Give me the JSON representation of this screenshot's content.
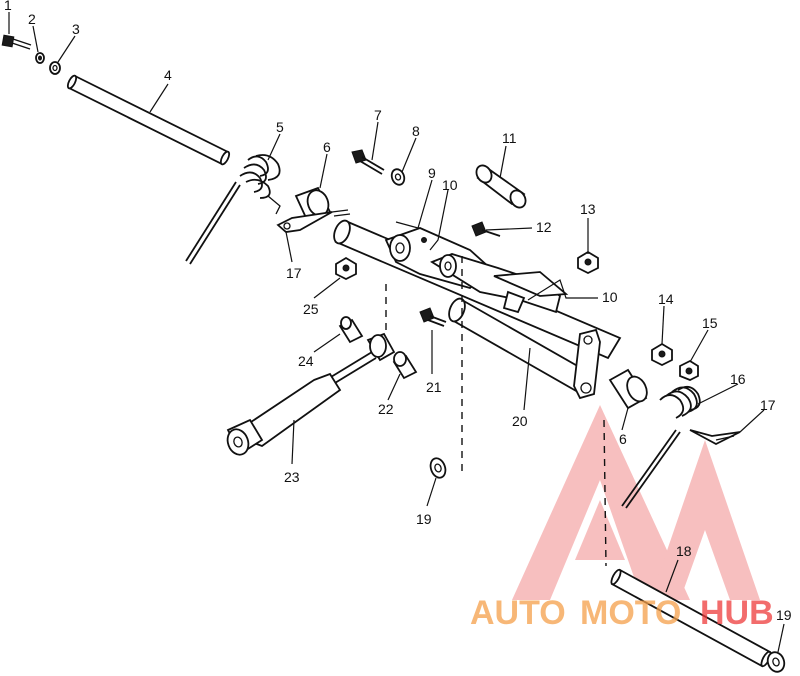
{
  "callouts": {
    "c1": "1",
    "c2": "2",
    "c3": "3",
    "c4": "4",
    "c5": "5",
    "c6a": "6",
    "c6b": "6",
    "c7": "7",
    "c8": "8",
    "c9": "9",
    "c10a": "10",
    "c10b": "10",
    "c11": "11",
    "c12": "12",
    "c13": "13",
    "c14": "14",
    "c15": "15",
    "c16": "16",
    "c17a": "17",
    "c17b": "17",
    "c18": "18",
    "c19a": "19",
    "c19b": "19",
    "c20": "20",
    "c21": "21",
    "c22": "22",
    "c23": "23",
    "c24": "24",
    "c25": "25"
  },
  "watermark": {
    "brand_auto": "AUTO",
    "brand_moto": "MOTO",
    "brand_hub": "HUB",
    "color_orange": "#f5a04a",
    "color_red": "#ee3b3b",
    "color_triangle": "#f28b8b"
  }
}
